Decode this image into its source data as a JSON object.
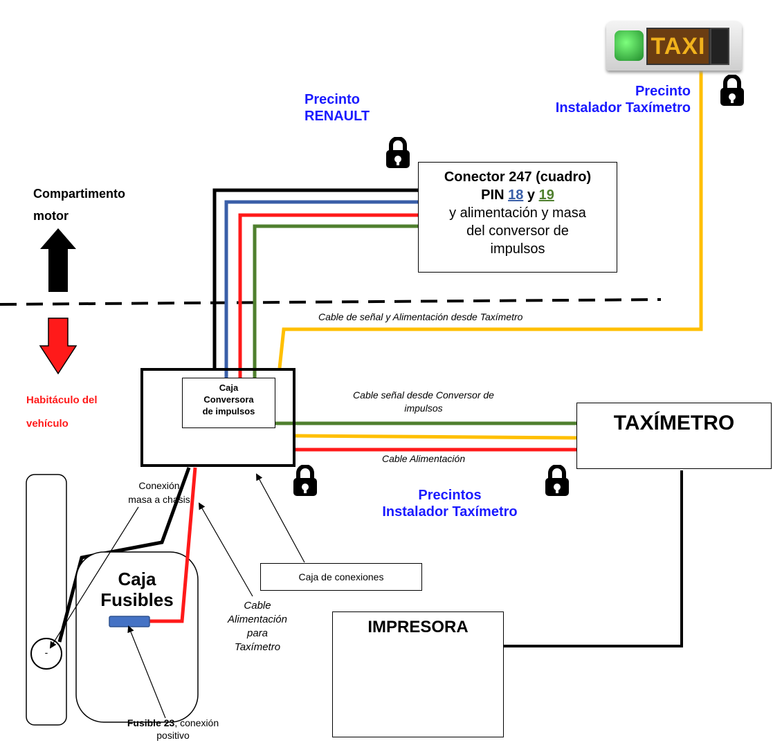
{
  "taxi_sign": {
    "text": "TAXI"
  },
  "labels": {
    "precinto_renault_line1": "Precinto",
    "precinto_renault_line2": "RENAULT",
    "precinto_instalador_line1": "Precinto",
    "precinto_instalador_line2": "Instalador Taxímetro",
    "compartimento_line1": "Compartimento",
    "compartimento_line2": "motor",
    "habitaculo_line1": "Habitáculo del",
    "habitaculo_line2": "vehículo",
    "precintos_line1": "Precintos",
    "precintos_line2": "Instalador Taxímetro"
  },
  "conector": {
    "title": "Conector 247 (cuadro)",
    "pin_prefix": "PIN ",
    "pin_a": "18",
    "pin_join": " y ",
    "pin_b": "19",
    "desc_line1": "y alimentación y masa",
    "desc_line2": "del conversor de",
    "desc_line3": "impulsos"
  },
  "caja_conversora": {
    "line1": "Caja",
    "line2": "Conversora",
    "line3": "de impulsos"
  },
  "taximetro": {
    "label": "TAXÍMETRO"
  },
  "impresora": {
    "label": "IMPRESORA"
  },
  "caja_fusibles": {
    "line1": "Caja",
    "line2": "Fusibles"
  },
  "battery": {
    "symbol": "-"
  },
  "annotations": {
    "cable_senal_alimentacion": "Cable de señal y Alimentación desde Taxímetro",
    "cable_senal_conversor_line1": "Cable señal desde Conversor de",
    "cable_senal_conversor_line2": "impulsos",
    "cable_alimentacion": "Cable Alimentación",
    "conexion_masa_line1": "Conexión",
    "conexion_masa_line2": "masa a chasis",
    "caja_conexiones": "Caja de conexiones",
    "cable_alim_taximetro_line1": "Cable",
    "cable_alim_taximetro_line2": "Alimentación",
    "cable_alim_taximetro_line3": "para",
    "cable_alim_taximetro_line4": "Taxímetro",
    "fusible_bold": "Fusible 23",
    "fusible_rest": ", conexión",
    "fusible_line2": "positivo"
  },
  "colors": {
    "wire_black": "#000000",
    "wire_blue": "#3a5fa8",
    "wire_red": "#ff1a1a",
    "wire_green": "#4f7f2e",
    "wire_yellow": "#ffbf00",
    "title_blue": "#1a1aff",
    "label_red": "#ff1a1a",
    "fuse_blue": "#4472c4"
  }
}
